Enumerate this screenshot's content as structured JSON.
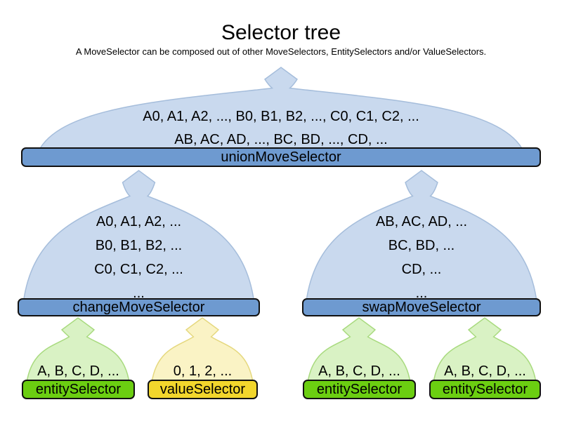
{
  "title": "Selector tree",
  "subtitle": "A MoveSelector can be composed out of other MoveSelectors, EntitySelectors and/or ValueSelectors.",
  "colors": {
    "bar_blue": "#6e9ad0",
    "funnel_blue": "#c9d9ee",
    "funnel_blue_border": "#a5bddb",
    "bar_green": "#6bce11",
    "funnel_green": "#d9f2c4",
    "funnel_green_border": "#a8da7e",
    "bar_yellow": "#f2d62c",
    "funnel_yellow": "#faf3c5",
    "funnel_yellow_border": "#e5d87e",
    "bar_border": "#111111"
  },
  "funnels": {
    "union": {
      "label": "unionMoveSelector",
      "line1": "A0, A1, A2, ..., B0, B1, B2, ..., C0, C1, C2, ...",
      "line2": "AB, AC, AD, ..., BC, BD, ..., CD, ..."
    },
    "change": {
      "label": "changeMoveSelector",
      "line1": "A0, A1, A2, ...",
      "line2": "B0, B1, B2, ...",
      "line3": "C0, C1, C2, ...",
      "line4": "..."
    },
    "swap": {
      "label": "swapMoveSelector",
      "line1": "AB, AC, AD, ...",
      "line2": "BC, BD, ...",
      "line3": "CD, ...",
      "line4": "..."
    },
    "entity1": {
      "label": "entitySelector",
      "line1": "A, B, C, D, ..."
    },
    "value1": {
      "label": "valueSelector",
      "line1": "0, 1, 2, ..."
    },
    "entity2": {
      "label": "entitySelector",
      "line1": "A, B, C, D, ..."
    },
    "entity3": {
      "label": "entitySelector",
      "line1": "A, B, C, D, ..."
    }
  }
}
